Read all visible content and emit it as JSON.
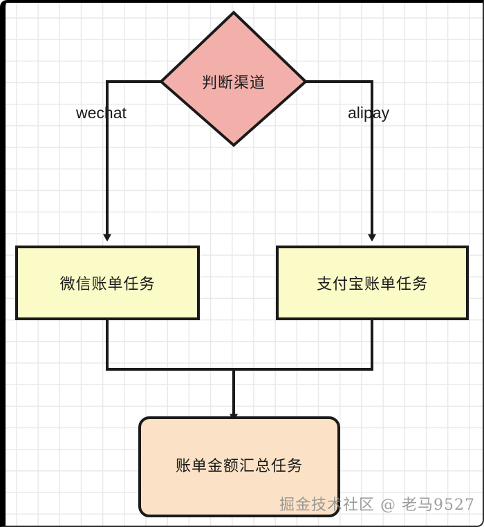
{
  "diagram": {
    "title": "",
    "background": {
      "type": "grid-paper",
      "grid_color": "#e9e9e9",
      "page_color": "#ffffff",
      "frame_color": "#000000"
    },
    "colors": {
      "decision_fill": "#f3b0ab",
      "task_fill": "#fbfbc8",
      "summary_fill": "#fbe2c6",
      "stroke": "#1a1a1a",
      "text": "#1a1a1a",
      "watermark": "#8c8c8c"
    },
    "nodes": [
      {
        "id": "decision",
        "shape": "diamond",
        "label": "判断渠道",
        "fill": "#f3b0ab"
      },
      {
        "id": "wechat_task",
        "shape": "rectangle",
        "label": "微信账单任务",
        "fill": "#fbfbc8"
      },
      {
        "id": "alipay_task",
        "shape": "rectangle",
        "label": "支付宝账单任务",
        "fill": "#fbfbc8"
      },
      {
        "id": "summary_task",
        "shape": "rounded-rectangle",
        "label": "账单金额汇总任务",
        "fill": "#fbe2c6"
      }
    ],
    "edges": [
      {
        "from": "decision",
        "to": "wechat_task",
        "label": "wechat"
      },
      {
        "from": "decision",
        "to": "alipay_task",
        "label": "alipay"
      },
      {
        "from": "wechat_task",
        "to": "summary_task",
        "label": ""
      },
      {
        "from": "alipay_task",
        "to": "summary_task",
        "label": ""
      }
    ]
  },
  "watermark": {
    "text": "掘金技术社区 @ 老马9527"
  }
}
